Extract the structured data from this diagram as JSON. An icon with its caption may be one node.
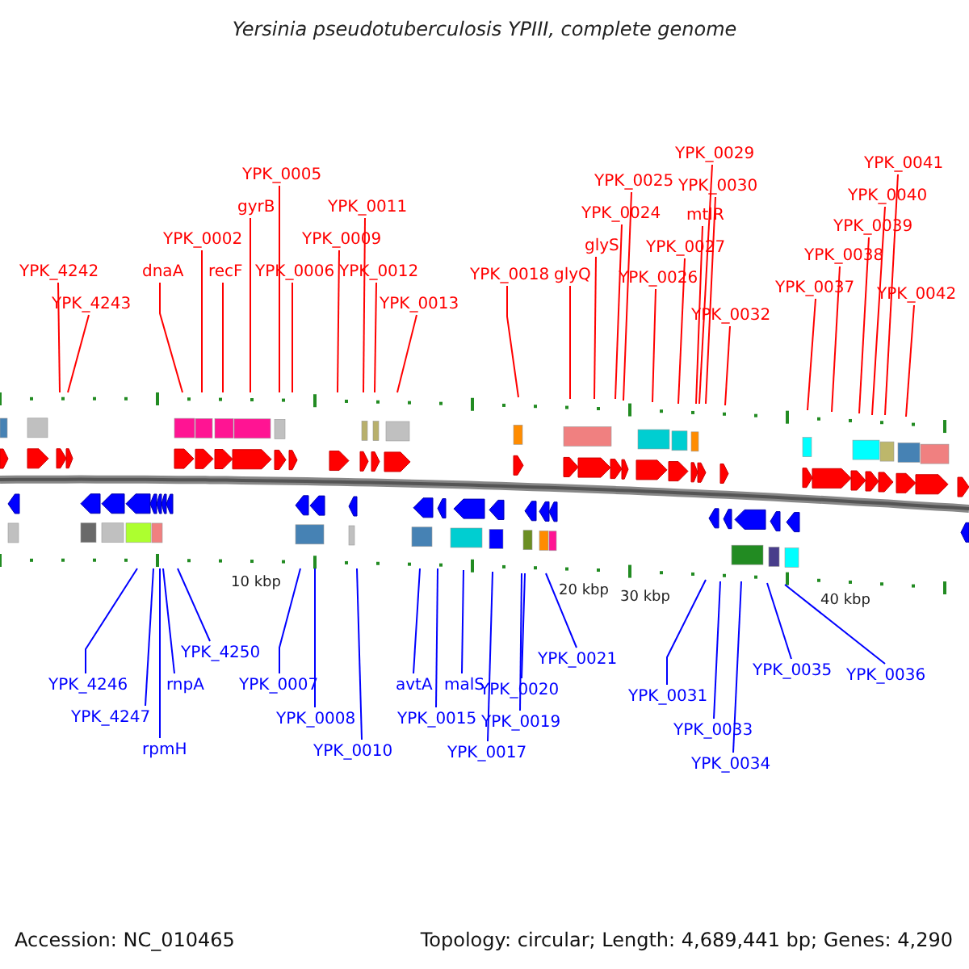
{
  "diagram": {
    "title": "Yersinia pseudotuberculosis YPIII, complete genome",
    "nodes": [
      {
        "text": [
          "YPK_4242"
        ]
      },
      {
        "text": [
          "YPK_4243"
        ]
      },
      {
        "text": [
          "dnaA"
        ]
      },
      {
        "text": [
          "YPK_0002"
        ]
      },
      {
        "text": [
          "recF"
        ]
      },
      {
        "text": [
          "gyrB"
        ]
      },
      {
        "text": [
          "YPK_0005"
        ]
      },
      {
        "text": [
          "YPK_0006"
        ]
      },
      {
        "text": [
          "YPK_0009"
        ]
      },
      {
        "text": [
          "YPK_0011"
        ]
      },
      {
        "text": [
          "YPK_0012"
        ]
      },
      {
        "text": [
          "YPK_0013"
        ]
      },
      {
        "text": [
          "YPK_0018"
        ]
      },
      {
        "text": [
          "glyQ"
        ]
      },
      {
        "text": [
          "glyS"
        ]
      },
      {
        "text": [
          "YPK_0024"
        ]
      },
      {
        "text": [
          "YPK_0025"
        ]
      },
      {
        "text": [
          "YPK_0026"
        ]
      },
      {
        "text": [
          "YPK_0027"
        ]
      },
      {
        "text": [
          "mtlR"
        ]
      },
      {
        "text": [
          "YPK_0029"
        ]
      },
      {
        "text": [
          "YPK_0030"
        ]
      },
      {
        "text": [
          "YPK_0032"
        ]
      },
      {
        "text": [
          "YPK_0037"
        ]
      },
      {
        "text": [
          "YPK_0038"
        ]
      },
      {
        "text": [
          "YPK_0039"
        ]
      },
      {
        "text": [
          "YPK_0040"
        ]
      },
      {
        "text": [
          "YPK_0041"
        ]
      },
      {
        "text": [
          "YPK_0042"
        ]
      },
      {
        "text": [
          "YPK_4246"
        ]
      },
      {
        "text": [
          "YPK_4250"
        ]
      },
      {
        "text": [
          "rnpA"
        ]
      },
      {
        "text": [
          "YPK_4247"
        ]
      },
      {
        "text": [
          "rpmH"
        ]
      },
      {
        "text": [
          "YPK_0007"
        ]
      },
      {
        "text": [
          "YPK_0008"
        ]
      },
      {
        "text": [
          "YPK_0010"
        ]
      },
      {
        "text": [
          "avtA"
        ]
      },
      {
        "text": [
          "YPK_0015"
        ]
      },
      {
        "text": [
          "malS"
        ]
      },
      {
        "text": [
          "YPK_0017"
        ]
      },
      {
        "text": [
          "YPK_0019"
        ]
      },
      {
        "text": [
          "YPK_0020"
        ]
      },
      {
        "text": [
          "YPK_0021"
        ]
      },
      {
        "text": [
          "YPK_0031"
        ]
      },
      {
        "text": [
          "YPK_0033"
        ]
      },
      {
        "text": [
          "YPK_0034"
        ]
      },
      {
        "text": [
          "YPK_0035"
        ]
      },
      {
        "text": [
          "YPK_0036"
        ]
      }
    ],
    "edges": [
      {
        "from": 0,
        "to": null,
        "arrow": "none",
        "color": "#ff0000"
      },
      {
        "from": 1,
        "to": null,
        "arrow": "none",
        "color": "#ff0000"
      },
      {
        "from": 2,
        "to": null,
        "arrow": "none",
        "color": "#ff0000"
      },
      {
        "from": 3,
        "to": null,
        "arrow": "none",
        "color": "#ff0000"
      },
      {
        "from": 4,
        "to": null,
        "arrow": "none",
        "color": "#ff0000"
      },
      {
        "from": 5,
        "to": null,
        "arrow": "none",
        "color": "#ff0000"
      },
      {
        "from": 6,
        "to": null,
        "arrow": "none",
        "color": "#ff0000"
      },
      {
        "from": 7,
        "to": null,
        "arrow": "none",
        "color": "#ff0000"
      },
      {
        "from": 8,
        "to": null,
        "arrow": "none",
        "color": "#ff0000"
      },
      {
        "from": 9,
        "to": null,
        "arrow": "none",
        "color": "#ff0000"
      },
      {
        "from": 10,
        "to": null,
        "arrow": "none",
        "color": "#ff0000"
      },
      {
        "from": 11,
        "to": null,
        "arrow": "none",
        "color": "#ff0000"
      },
      {
        "from": 12,
        "to": null,
        "arrow": "none",
        "color": "#ff0000"
      },
      {
        "from": 13,
        "to": null,
        "arrow": "none",
        "color": "#ff0000"
      },
      {
        "from": 14,
        "to": null,
        "arrow": "none",
        "color": "#ff0000"
      },
      {
        "from": 15,
        "to": null,
        "arrow": "none",
        "color": "#ff0000"
      },
      {
        "from": 16,
        "to": null,
        "arrow": "none",
        "color": "#ff0000"
      },
      {
        "from": 17,
        "to": null,
        "arrow": "none",
        "color": "#ff0000"
      },
      {
        "from": 18,
        "to": null,
        "arrow": "none",
        "color": "#ff0000"
      },
      {
        "from": 19,
        "to": null,
        "arrow": "none",
        "color": "#ff0000"
      },
      {
        "from": 20,
        "to": null,
        "arrow": "none",
        "color": "#ff0000"
      },
      {
        "from": 21,
        "to": null,
        "arrow": "none",
        "color": "#ff0000"
      },
      {
        "from": 22,
        "to": null,
        "arrow": "none",
        "color": "#ff0000"
      },
      {
        "from": 23,
        "to": null,
        "arrow": "none",
        "color": "#ff0000"
      },
      {
        "from": 24,
        "to": null,
        "arrow": "none",
        "color": "#ff0000"
      },
      {
        "from": 25,
        "to": null,
        "arrow": "none",
        "color": "#ff0000"
      },
      {
        "from": 26,
        "to": null,
        "arrow": "none",
        "color": "#ff0000"
      },
      {
        "from": 27,
        "to": null,
        "arrow": "none",
        "color": "#ff0000"
      },
      {
        "from": 28,
        "to": null,
        "arrow": "none",
        "color": "#ff0000"
      },
      {
        "from": 29,
        "to": null,
        "arrow": "none",
        "color": "#0000ff"
      },
      {
        "from": 30,
        "to": null,
        "arrow": "none",
        "color": "#0000ff"
      },
      {
        "from": 31,
        "to": null,
        "arrow": "none",
        "color": "#0000ff"
      },
      {
        "from": 32,
        "to": null,
        "arrow": "none",
        "color": "#0000ff"
      },
      {
        "from": 33,
        "to": null,
        "arrow": "none",
        "color": "#0000ff"
      },
      {
        "from": 34,
        "to": null,
        "arrow": "none",
        "color": "#0000ff"
      },
      {
        "from": 35,
        "to": null,
        "arrow": "none",
        "color": "#0000ff"
      },
      {
        "from": 36,
        "to": null,
        "arrow": "none",
        "color": "#0000ff"
      },
      {
        "from": 37,
        "to": null,
        "arrow": "none",
        "color": "#0000ff"
      },
      {
        "from": 38,
        "to": null,
        "arrow": "none",
        "color": "#0000ff"
      },
      {
        "from": 39,
        "to": null,
        "arrow": "none",
        "color": "#0000ff"
      },
      {
        "from": 40,
        "to": null,
        "arrow": "none",
        "color": "#0000ff"
      },
      {
        "from": 41,
        "to": null,
        "arrow": "none",
        "color": "#0000ff"
      },
      {
        "from": 42,
        "to": null,
        "arrow": "none",
        "color": "#0000ff"
      },
      {
        "from": 43,
        "to": null,
        "arrow": "none",
        "color": "#0000ff"
      },
      {
        "from": 44,
        "to": null,
        "arrow": "none",
        "color": "#0000ff"
      },
      {
        "from": 45,
        "to": null,
        "arrow": "none",
        "color": "#0000ff"
      },
      {
        "from": 46,
        "to": null,
        "arrow": "none",
        "color": "#0000ff"
      },
      {
        "from": 47,
        "to": null,
        "arrow": "none",
        "color": "#0000ff"
      },
      {
        "from": 48,
        "to": null,
        "arrow": "none",
        "color": "#0000ff"
      }
    ],
    "labels": [
      "10 kbp",
      "20 kbp",
      "30 kbp",
      "40 kbp",
      "Accession: NC_010465",
      "Topology: circular; Length: 4,689,441 bp; Genes: 4,290"
    ]
  }
}
